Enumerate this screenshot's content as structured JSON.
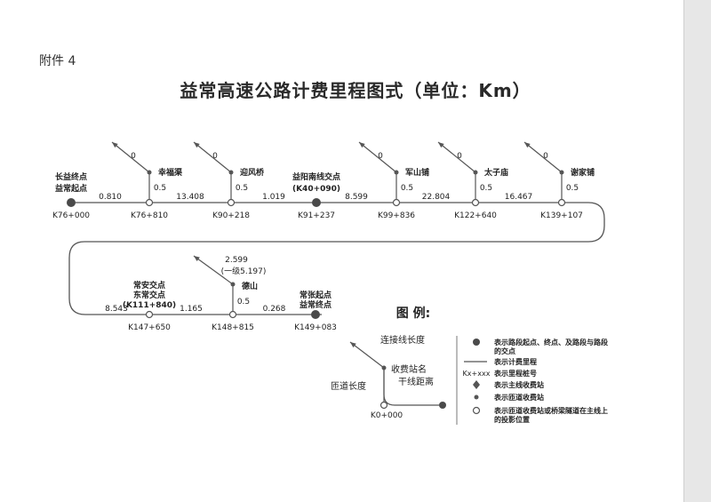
{
  "header": {
    "attachment": "附件 4",
    "title": "益常高速公路计费里程图式（单位：Km）"
  },
  "route_row1": {
    "nodes": [
      {
        "name": "长益终点",
        "name2": "益常起点",
        "km": "K76+000",
        "kind": "major"
      },
      {
        "name": "幸福渠",
        "km": "K76+810",
        "ramp": "0.5",
        "branch": "0",
        "kind": "ramp"
      },
      {
        "name": "迎风桥",
        "km": "K90+218",
        "ramp": "0.5",
        "branch": "0",
        "kind": "ramp"
      },
      {
        "name": "益阳南线交点",
        "name2": "(K40+090)",
        "km": "K91+237",
        "kind": "major"
      },
      {
        "name": "军山铺",
        "km": "K99+836",
        "ramp": "0.5",
        "branch": "0",
        "kind": "ramp"
      },
      {
        "name": "太子庙",
        "km": "K122+640",
        "ramp": "0.5",
        "branch": "0",
        "kind": "ramp"
      },
      {
        "name": "谢家铺",
        "km": "K139+107",
        "ramp": "0.5",
        "branch": "0",
        "kind": "ramp"
      }
    ],
    "distances": [
      "0.810",
      "13.408",
      "1.019",
      "8.599",
      "22.804",
      "16.467"
    ]
  },
  "route_row2": {
    "nodes": [
      {
        "name": "常安交点",
        "name2": "东常交点",
        "name3": "(K111+840)",
        "km": "K147+650",
        "kind": "ramp"
      },
      {
        "name": "德山",
        "km": "K148+815",
        "ramp": "0.5",
        "branch": "2.599",
        "branch2": "(一级5.197)",
        "kind": "ramp"
      },
      {
        "name": "常张起点",
        "name2": "益常终点",
        "km": "K149+083",
        "kind": "major"
      }
    ],
    "distances": [
      "8.543",
      "1.165",
      "0.268"
    ]
  },
  "legend": {
    "title": "图  例:",
    "sample": {
      "link_length": "连接线长度",
      "station_name": "收费站名",
      "ramp_length": "匝道长度",
      "mainline_distance": "干线距离",
      "km": "K0+000"
    },
    "items": [
      {
        "symbol": "big-dot",
        "text": "表示路段起点、终点、及路段与路段",
        "text2": "的交点"
      },
      {
        "symbol": "line",
        "text": "表示计费里程"
      },
      {
        "symbol": "kxxx",
        "label": "Kx+xxx",
        "text": "表示里程桩号"
      },
      {
        "symbol": "diamond",
        "text": "表示主线收费站"
      },
      {
        "symbol": "small-dot",
        "text": "表示匝道收费站"
      },
      {
        "symbol": "circle",
        "text": "表示匝道收费站或桥梁隧道在主线上",
        "text2": "的投影位置"
      }
    ]
  },
  "colors": {
    "line": "#555555",
    "major_dot": "#4a4a4a",
    "text": "#222222"
  }
}
